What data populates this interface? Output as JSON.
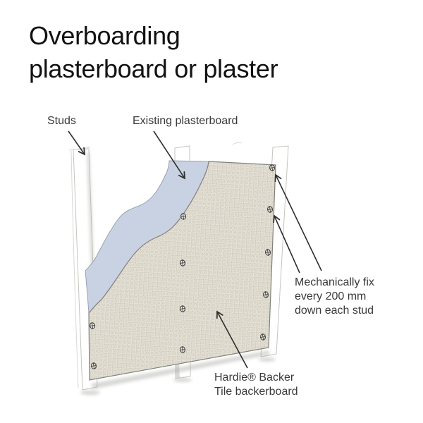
{
  "title": "Overboarding\nplasterboard or plaster",
  "labels": {
    "studs": "Studs",
    "existing_plasterboard": "Existing plasterboard",
    "mechanical_fix": "Mechanically fix\nevery 200 mm\ndown each stud",
    "hardie_backer": "Hardie® Backer\nTile backerboard"
  },
  "colors": {
    "background": "#ffffff",
    "title_text": "#121212",
    "label_text": "#3a3a3a",
    "plasterboard_fill": "#c8d2e2",
    "plasterboard_stroke": "#9aa2b2",
    "board_fill": "#e5e1d6",
    "board_grid": "#b7af9f",
    "board_stroke": "#82827b",
    "stud_fill": "#ffffff",
    "stud_stroke": "#c4c4bf",
    "arrow": "#2e2e2e",
    "screw": "#3b3b3b"
  }
}
